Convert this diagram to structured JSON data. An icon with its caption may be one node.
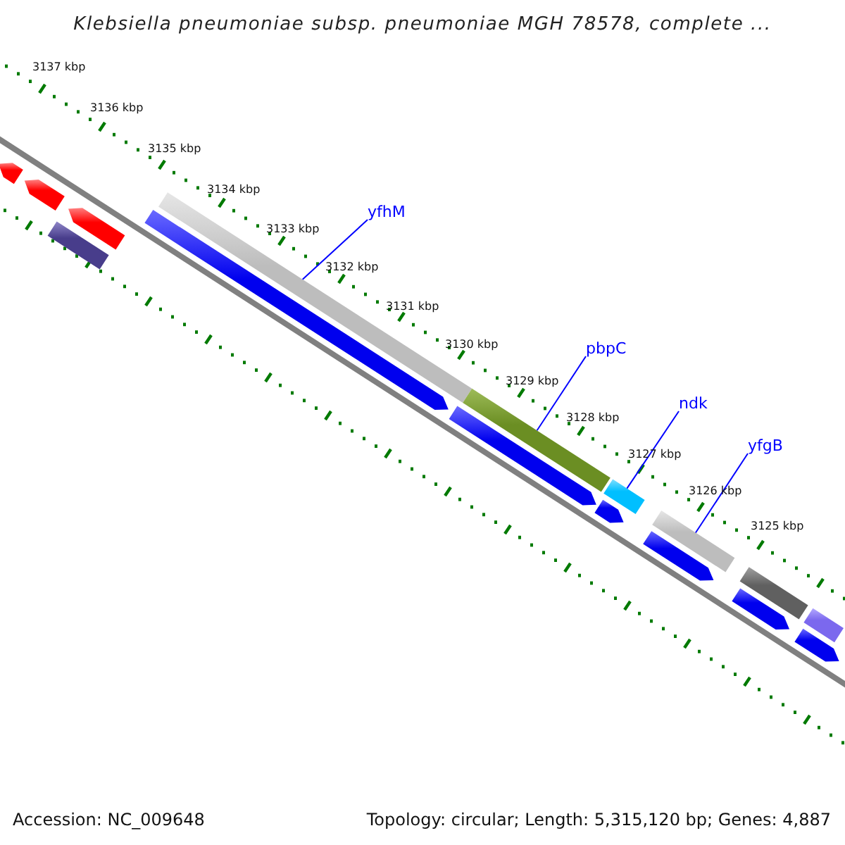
{
  "diagram": {
    "title": "Klebsiella pneumoniae subsp. pneumoniae MGH 78578, complete ...",
    "nodes": [
      {
        "text": [
          "yfhM"
        ]
      },
      {
        "text": [],
        "shape": "bar"
      },
      {
        "text": [
          "pbpC"
        ]
      },
      {
        "text": [],
        "shape": "bar"
      },
      {
        "text": [
          "ndk"
        ]
      },
      {
        "text": [],
        "shape": "bar"
      },
      {
        "text": [
          "yfgB"
        ]
      },
      {
        "text": [],
        "shape": "bar"
      },
      {
        "text": [],
        "shape": "arrow"
      },
      {
        "text": [],
        "shape": "arrow"
      },
      {
        "text": [],
        "shape": "arrow"
      },
      {
        "text": [],
        "shape": "bar"
      },
      {
        "text": [],
        "shape": "arrow"
      },
      {
        "text": [],
        "shape": "arrow"
      },
      {
        "text": [],
        "shape": "arrow"
      },
      {
        "text": [],
        "shape": "arrow"
      },
      {
        "text": [],
        "shape": "bar"
      },
      {
        "text": [],
        "shape": "arrow"
      },
      {
        "text": [],
        "shape": "bar"
      },
      {
        "text": [],
        "shape": "arrow"
      }
    ],
    "edges": [
      {
        "from": 0,
        "to": 1,
        "arrow": "none"
      },
      {
        "from": 2,
        "to": 3,
        "arrow": "none"
      },
      {
        "from": 4,
        "to": 5,
        "arrow": "none"
      },
      {
        "from": 6,
        "to": 7,
        "arrow": "none"
      }
    ],
    "labels": [
      "3137 kbp",
      "3136 kbp",
      "3135 kbp",
      "3134 kbp",
      "3133 kbp",
      "3132 kbp",
      "3131 kbp",
      "3130 kbp",
      "3129 kbp",
      "3128 kbp",
      "3127 kbp",
      "3126 kbp",
      "3125 kbp",
      "Accession: NC_009648",
      "Topology: circular; Length: 5,315,120 bp; Genes: 4,887"
    ]
  }
}
